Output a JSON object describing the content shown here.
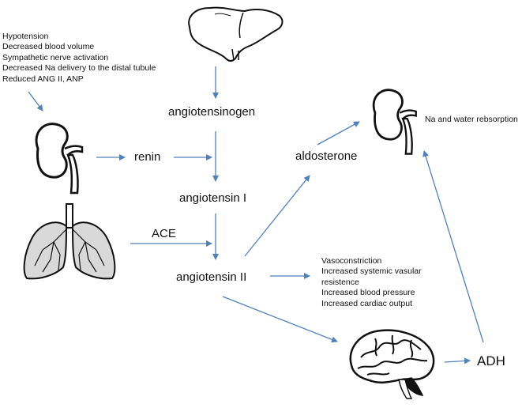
{
  "stimuli": [
    "Hypotension",
    "Decreased blood volume",
    "Sympathetic nerve activation",
    "Decreased Na delivery to the distal tubule",
    "Reduced ANG II, ANP"
  ],
  "nodes": {
    "angiotensinogen": "angiotensinogen",
    "renin": "renin",
    "angiotensin_i": "angiotensin I",
    "ace": "ACE",
    "angiotensin_ii": "angiotensin II",
    "aldosterone": "aldosterone",
    "adh": "ADH"
  },
  "kidney_effect": "Na and water rebsorption",
  "ang2_effects": [
    "Vasoconstriction",
    "Increased  systemic vasular",
    "resistence",
    "Increased blood pressure",
    "Increased cardiac output"
  ],
  "organs": [
    "liver-icon",
    "kidney-icon",
    "lungs-icon",
    "brain-icon"
  ],
  "colors": {
    "arrow": "#4f81bd",
    "text": "#111111"
  }
}
